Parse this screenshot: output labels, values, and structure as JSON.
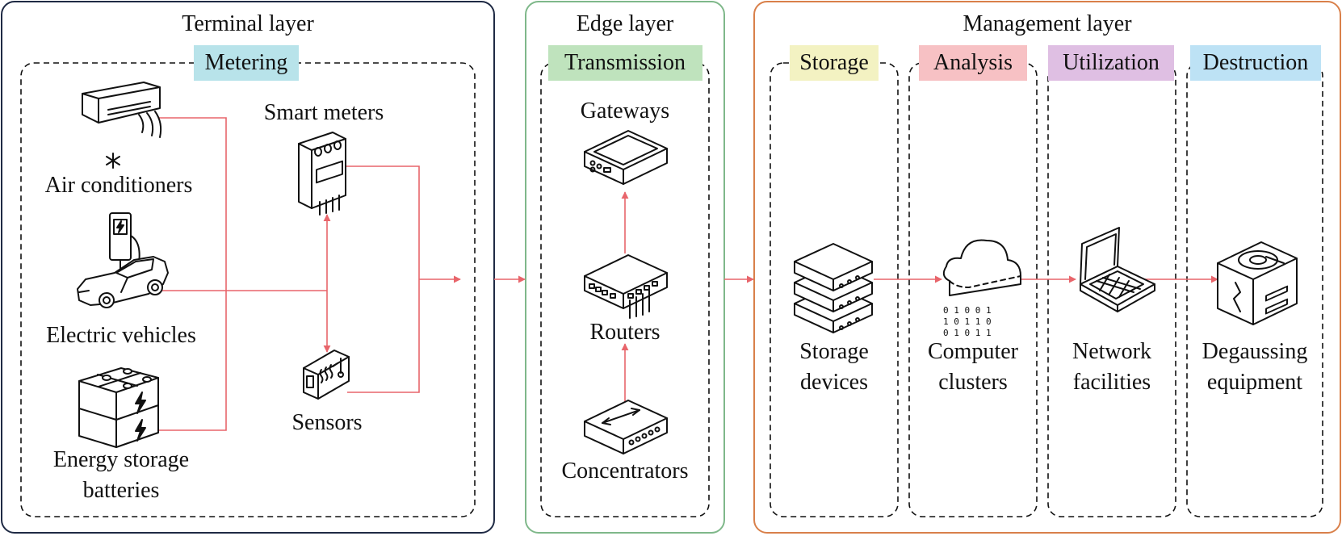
{
  "layers": {
    "terminal": {
      "title": "Terminal layer",
      "stage": "Metering"
    },
    "edge": {
      "title": "Edge layer",
      "stage": "Transmission"
    },
    "management": {
      "title": "Management layer",
      "stages": [
        "Storage",
        "Analysis",
        "Utilization",
        "Destruction"
      ]
    }
  },
  "devices": {
    "air_conditioners": "Air conditioners",
    "electric_vehicles": "Electric vehicles",
    "batteries_line1": "Energy storage",
    "batteries_line2": "batteries",
    "smart_meters": "Smart meters",
    "sensors": "Sensors",
    "gateways": "Gateways",
    "routers": "Routers",
    "concentrators": "Concentrators",
    "storage_line1": "Storage",
    "storage_line2": "devices",
    "clusters_line1": "Computer",
    "clusters_line2": "clusters",
    "network_line1": "Network",
    "network_line2": "facilities",
    "degauss_line1": "Degaussing",
    "degauss_line2": "equipment"
  },
  "colors": {
    "terminal_border": "#1f2a44",
    "edge_border": "#7fb88a",
    "management_border": "#d9804a",
    "flow_arrow": "#e8656b",
    "metering_tag": "#b8e3ea",
    "transmission_tag": "#bfe3bd",
    "storage_tag": "#f3f2c2",
    "analysis_tag": "#f7c1c4",
    "utilization_tag": "#dfbfe3",
    "destruction_tag": "#bde2f5"
  },
  "icons": [
    "air-conditioner-icon",
    "ev-charger-icon",
    "car-icon",
    "battery-icon",
    "smart-meter-icon",
    "sensor-icon",
    "gateway-icon",
    "router-icon",
    "concentrator-icon",
    "server-stack-icon",
    "cloud-icon",
    "laptop-icon",
    "degausser-icon"
  ]
}
